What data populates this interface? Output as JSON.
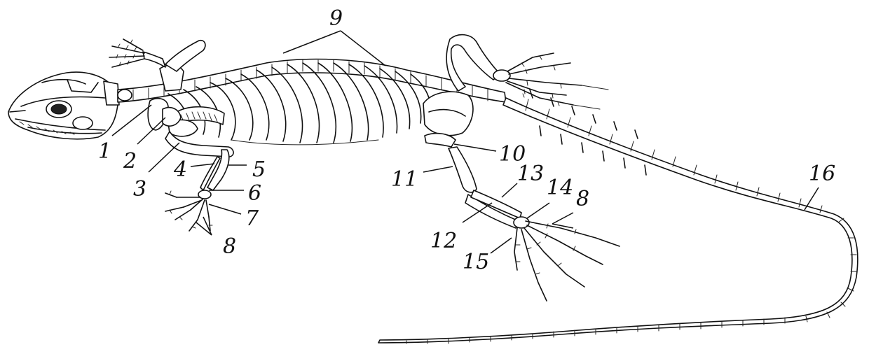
{
  "diagram": {
    "subject": "lizard-skeleton",
    "colors": {
      "ink": "#111111",
      "paper": "#ffffff"
    },
    "labels": [
      {
        "id": "1",
        "text": "1"
      },
      {
        "id": "2",
        "text": "2"
      },
      {
        "id": "3",
        "text": "3"
      },
      {
        "id": "4",
        "text": "4"
      },
      {
        "id": "5",
        "text": "5"
      },
      {
        "id": "6",
        "text": "6"
      },
      {
        "id": "7",
        "text": "7"
      },
      {
        "id": "8a",
        "text": "8"
      },
      {
        "id": "9",
        "text": "9"
      },
      {
        "id": "10",
        "text": "10"
      },
      {
        "id": "11",
        "text": "11"
      },
      {
        "id": "12",
        "text": "12"
      },
      {
        "id": "13",
        "text": "13"
      },
      {
        "id": "14",
        "text": "14"
      },
      {
        "id": "8b",
        "text": "8"
      },
      {
        "id": "15",
        "text": "15"
      },
      {
        "id": "16",
        "text": "16"
      }
    ]
  }
}
